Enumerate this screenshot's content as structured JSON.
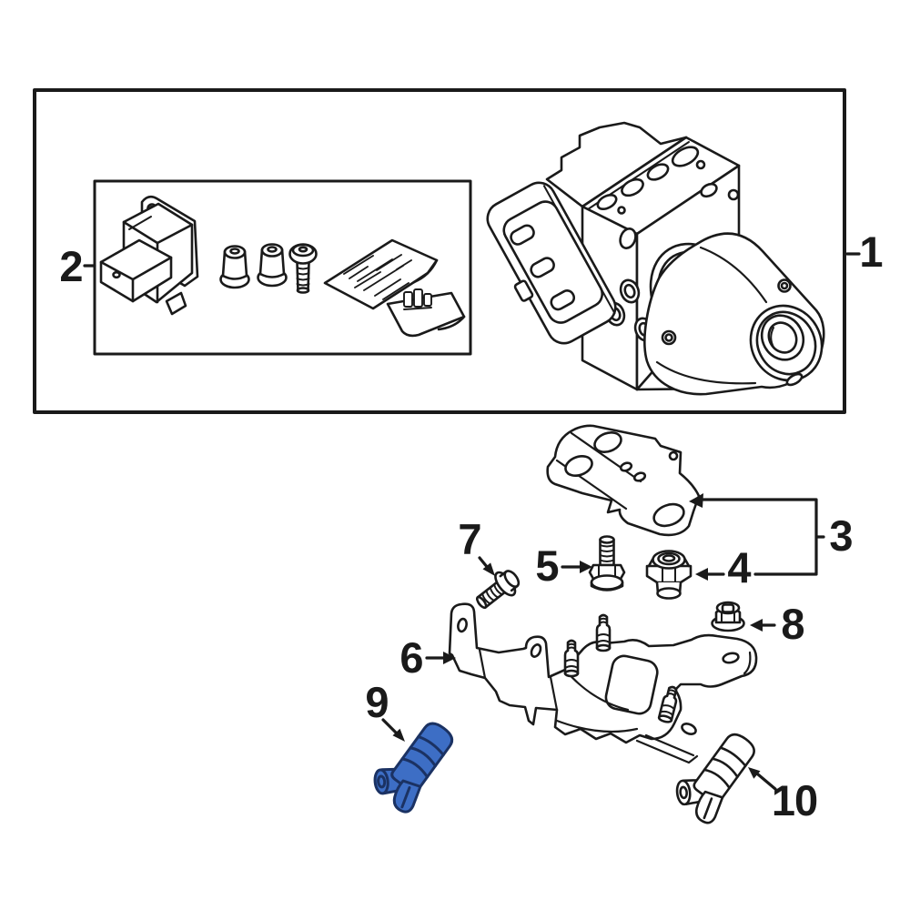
{
  "diagram": {
    "kind": "exploded-parts-diagram",
    "callouts": [
      {
        "number": "1"
      },
      {
        "number": "2"
      },
      {
        "number": "3"
      },
      {
        "number": "4"
      },
      {
        "number": "5"
      },
      {
        "number": "6"
      },
      {
        "number": "7"
      },
      {
        "number": "8"
      },
      {
        "number": "9"
      },
      {
        "number": "10"
      }
    ],
    "highlighted_callout": "9",
    "colors": {
      "background": "#ffffff",
      "line": "#1a1a1a",
      "highlight_fill": "#3d6ec5",
      "highlight_outline": "#1b3263"
    }
  }
}
